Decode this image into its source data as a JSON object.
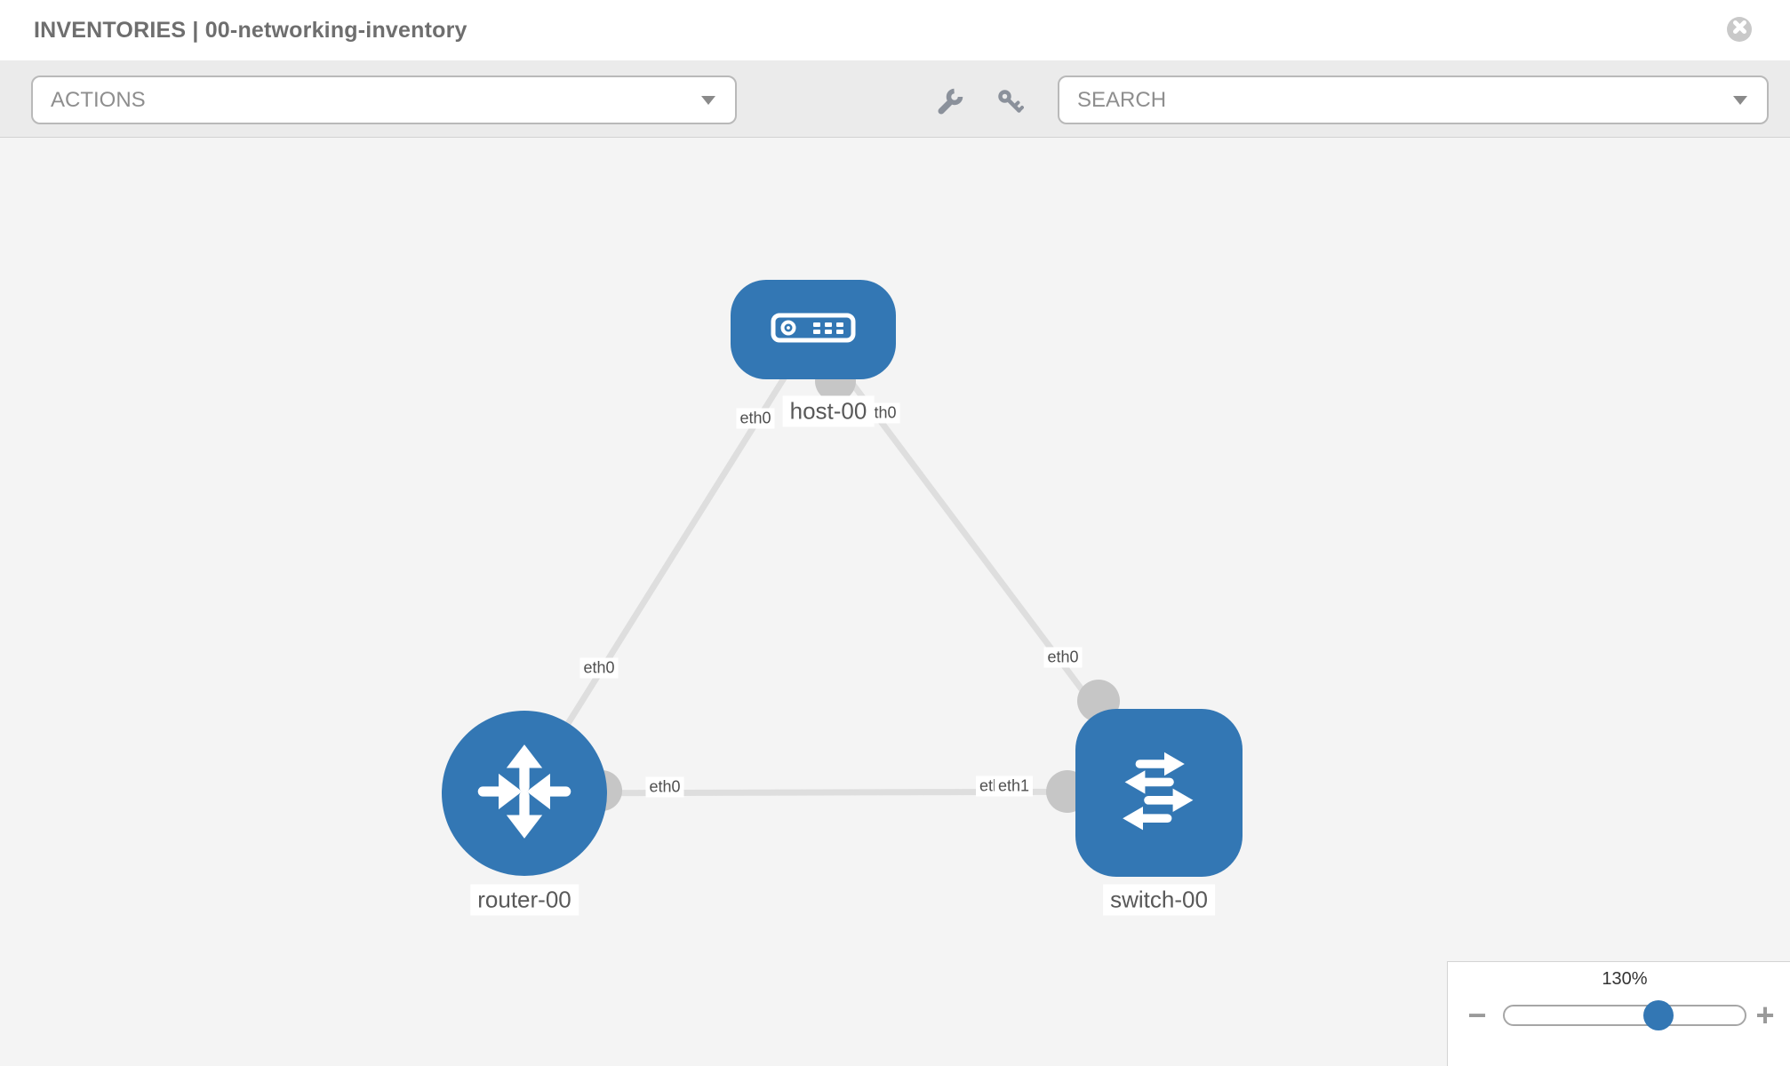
{
  "header": {
    "title": "INVENTORIES | 00-networking-inventory"
  },
  "toolbar": {
    "actions_label": "ACTIONS",
    "search_label": "SEARCH",
    "icons": [
      "wrench-icon",
      "key-icon"
    ]
  },
  "topology": {
    "nodes": [
      {
        "label": "host-00",
        "type": "host"
      },
      {
        "label": "router-00",
        "type": "router"
      },
      {
        "label": "switch-00",
        "type": "switch"
      }
    ],
    "links": [
      {
        "from": "router-00",
        "to": "host-00"
      },
      {
        "from": "host-00",
        "to": "switch-00"
      },
      {
        "from": "router-00",
        "to": "switch-00"
      }
    ],
    "ifaces": {
      "host_left": "eth0",
      "host_right": "eth0",
      "router_host": "eth0",
      "switch_host": "eth0",
      "router_switch": "eth0",
      "switch_router_a": "eth0",
      "switch_router_b": "eth1"
    }
  },
  "zoom_panel": {
    "level": "130%",
    "value_percent": 130,
    "minus_label": "−",
    "plus_label": "+"
  },
  "colors": {
    "node_blue": "#3377b4",
    "link_gray": "#dedede",
    "interface_dot_gray": "#c6c6c6",
    "toolbar_bg": "#ebebeb",
    "canvas_bg": "#f4f4f4"
  }
}
